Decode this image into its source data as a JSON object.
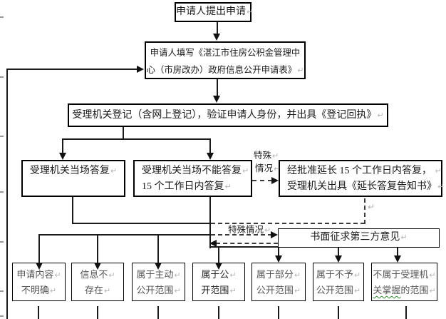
{
  "marks": {
    "crlf": "↵"
  },
  "labels": {
    "special_case_v1": "特殊",
    "special_case_v2": "情况",
    "special_case_h": "特殊情况"
  },
  "nodes": {
    "submit": {
      "text": "申请人提出申请"
    },
    "fill_form": {
      "line1": "申请人填写《湛江市住房公积金管理中",
      "line2": "心（市房改办）政府信息公开申请表》"
    },
    "register": {
      "text": "受理机关登记（含网上登记），验证申请人身份，并出具《登记回执》"
    },
    "reply_onsite": {
      "text": "受理机关当场答复"
    },
    "reply_15days": {
      "line1": "受理机关当场不能答复",
      "line2": "15 个工作日内答复"
    },
    "reply_extended": {
      "line1": "经批准延长 15 个工作日内答复，",
      "line2": "受理机关出具《延长答复告知书》"
    },
    "third_party": {
      "text": "书面征求第三方意见"
    },
    "outcome_unclear": {
      "line1": "申请内容",
      "line2": "不明确"
    },
    "outcome_not_exist": {
      "line1": "信息不",
      "line2": "存在"
    },
    "outcome_proactive": {
      "line1": "属于主动",
      "line2": "公开范围"
    },
    "outcome_public": {
      "line1": "属于公",
      "line2": "开范围"
    },
    "outcome_partial": {
      "line1": "属于部分",
      "line2": "公开范围"
    },
    "outcome_withheld": {
      "line1": "属于不予",
      "line2": "公开范围"
    },
    "outcome_not_held": {
      "line1": "不属于受理机",
      "line2_wavy": "关掌握",
      "line2_rest": "的范围"
    }
  },
  "colors": {
    "line": "#1a1a1a",
    "box_border": "#000000",
    "main_text": "#1a1a1a",
    "outcome_text": "#555555",
    "format_mark": "#b3b3b3",
    "spellcheck_wavy": "#2e8b2e"
  }
}
